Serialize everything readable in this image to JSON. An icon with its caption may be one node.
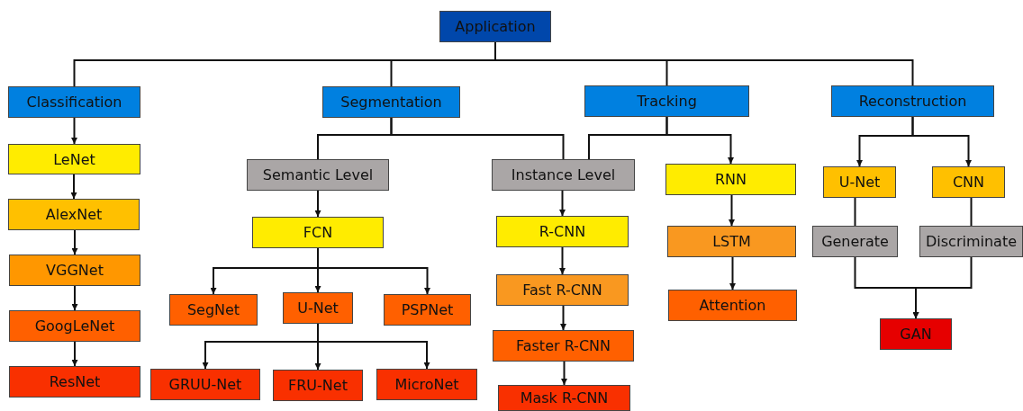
{
  "diagram": {
    "nodes": [
      {
        "text": [
          "Application"
        ]
      },
      {
        "text": [
          "Classification"
        ]
      },
      {
        "text": [
          "Segmentation"
        ]
      },
      {
        "text": [
          "Tracking"
        ]
      },
      {
        "text": [
          "Reconstruction"
        ]
      },
      {
        "text": [
          "LeNet"
        ]
      },
      {
        "text": [
          "AlexNet"
        ]
      },
      {
        "text": [
          "VGGNet"
        ]
      },
      {
        "text": [
          "GoogLeNet"
        ]
      },
      {
        "text": [
          "ResNet"
        ]
      },
      {
        "text": [
          "Semantic Level"
        ]
      },
      {
        "text": [
          "FCN"
        ]
      },
      {
        "text": [
          "SegNet"
        ]
      },
      {
        "text": [
          "U-Net"
        ]
      },
      {
        "text": [
          "PSPNet"
        ]
      },
      {
        "text": [
          "GRUU-Net"
        ]
      },
      {
        "text": [
          "FRU-Net"
        ]
      },
      {
        "text": [
          "MicroNet"
        ]
      },
      {
        "text": [
          "Instance Level"
        ]
      },
      {
        "text": [
          "R-CNN"
        ]
      },
      {
        "text": [
          "Fast R-CNN"
        ]
      },
      {
        "text": [
          "Faster R-CNN"
        ]
      },
      {
        "text": [
          "Mask R-CNN"
        ]
      },
      {
        "text": [
          "RNN"
        ]
      },
      {
        "text": [
          "LSTM"
        ]
      },
      {
        "text": [
          "Attention"
        ]
      },
      {
        "text": [
          "U-Net"
        ]
      },
      {
        "text": [
          "CNN"
        ]
      },
      {
        "text": [
          "Generate"
        ]
      },
      {
        "text": [
          "Discriminate"
        ]
      },
      {
        "text": [
          "GAN"
        ]
      }
    ],
    "edges": [
      {
        "from": 0,
        "to": 1,
        "arrow": "none"
      },
      {
        "from": 0,
        "to": 2,
        "arrow": "none"
      },
      {
        "from": 0,
        "to": 3,
        "arrow": "none"
      },
      {
        "from": 0,
        "to": 4,
        "arrow": "none"
      },
      {
        "from": 1,
        "to": 5,
        "arrow": "to"
      },
      {
        "from": 5,
        "to": 6,
        "arrow": "to"
      },
      {
        "from": 6,
        "to": 7,
        "arrow": "to"
      },
      {
        "from": 7,
        "to": 8,
        "arrow": "to"
      },
      {
        "from": 8,
        "to": 9,
        "arrow": "to"
      },
      {
        "from": 2,
        "to": 10,
        "arrow": "none"
      },
      {
        "from": 2,
        "to": 18,
        "arrow": "none"
      },
      {
        "from": 10,
        "to": 11,
        "arrow": "to"
      },
      {
        "from": 11,
        "to": 12,
        "arrow": "to"
      },
      {
        "from": 11,
        "to": 13,
        "arrow": "to"
      },
      {
        "from": 11,
        "to": 14,
        "arrow": "to"
      },
      {
        "from": 13,
        "to": 15,
        "arrow": "to"
      },
      {
        "from": 13,
        "to": 16,
        "arrow": "to"
      },
      {
        "from": 13,
        "to": 17,
        "arrow": "to"
      },
      {
        "from": 3,
        "to": 18,
        "arrow": "none"
      },
      {
        "from": 3,
        "to": 23,
        "arrow": "to"
      },
      {
        "from": 18,
        "to": 19,
        "arrow": "to"
      },
      {
        "from": 19,
        "to": 20,
        "arrow": "to"
      },
      {
        "from": 20,
        "to": 21,
        "arrow": "to"
      },
      {
        "from": 21,
        "to": 22,
        "arrow": "to"
      },
      {
        "from": 23,
        "to": 24,
        "arrow": "to"
      },
      {
        "from": 24,
        "to": 25,
        "arrow": "to"
      },
      {
        "from": 4,
        "to": 26,
        "arrow": "to"
      },
      {
        "from": 4,
        "to": 27,
        "arrow": "to"
      },
      {
        "from": 26,
        "to": 28,
        "arrow": "none"
      },
      {
        "from": 27,
        "to": 29,
        "arrow": "none"
      },
      {
        "from": 28,
        "to": 30,
        "arrow": "to"
      },
      {
        "from": 29,
        "to": 30,
        "arrow": "to"
      }
    ]
  }
}
